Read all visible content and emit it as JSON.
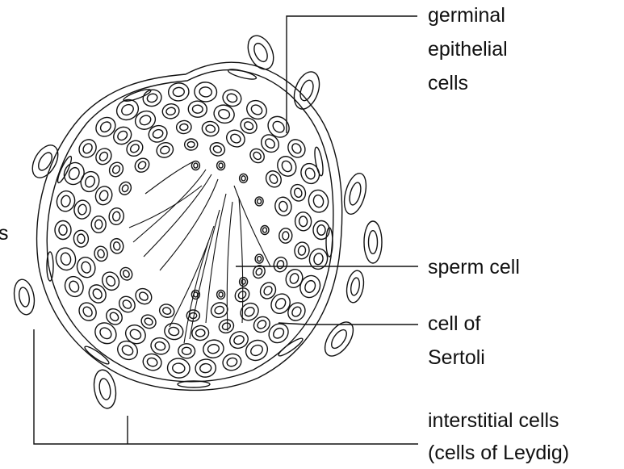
{
  "labels": {
    "germinal": [
      "germinal",
      "epithelial",
      "cells"
    ],
    "sperm": [
      "sperm cell"
    ],
    "sertoli": [
      "cell of",
      "Sertoli"
    ],
    "interstitial": [
      "interstitial cells",
      "(cells of Leydig)"
    ],
    "left_fragment": "s"
  },
  "colors": {
    "ink": "#111111",
    "background": "#ffffff"
  }
}
